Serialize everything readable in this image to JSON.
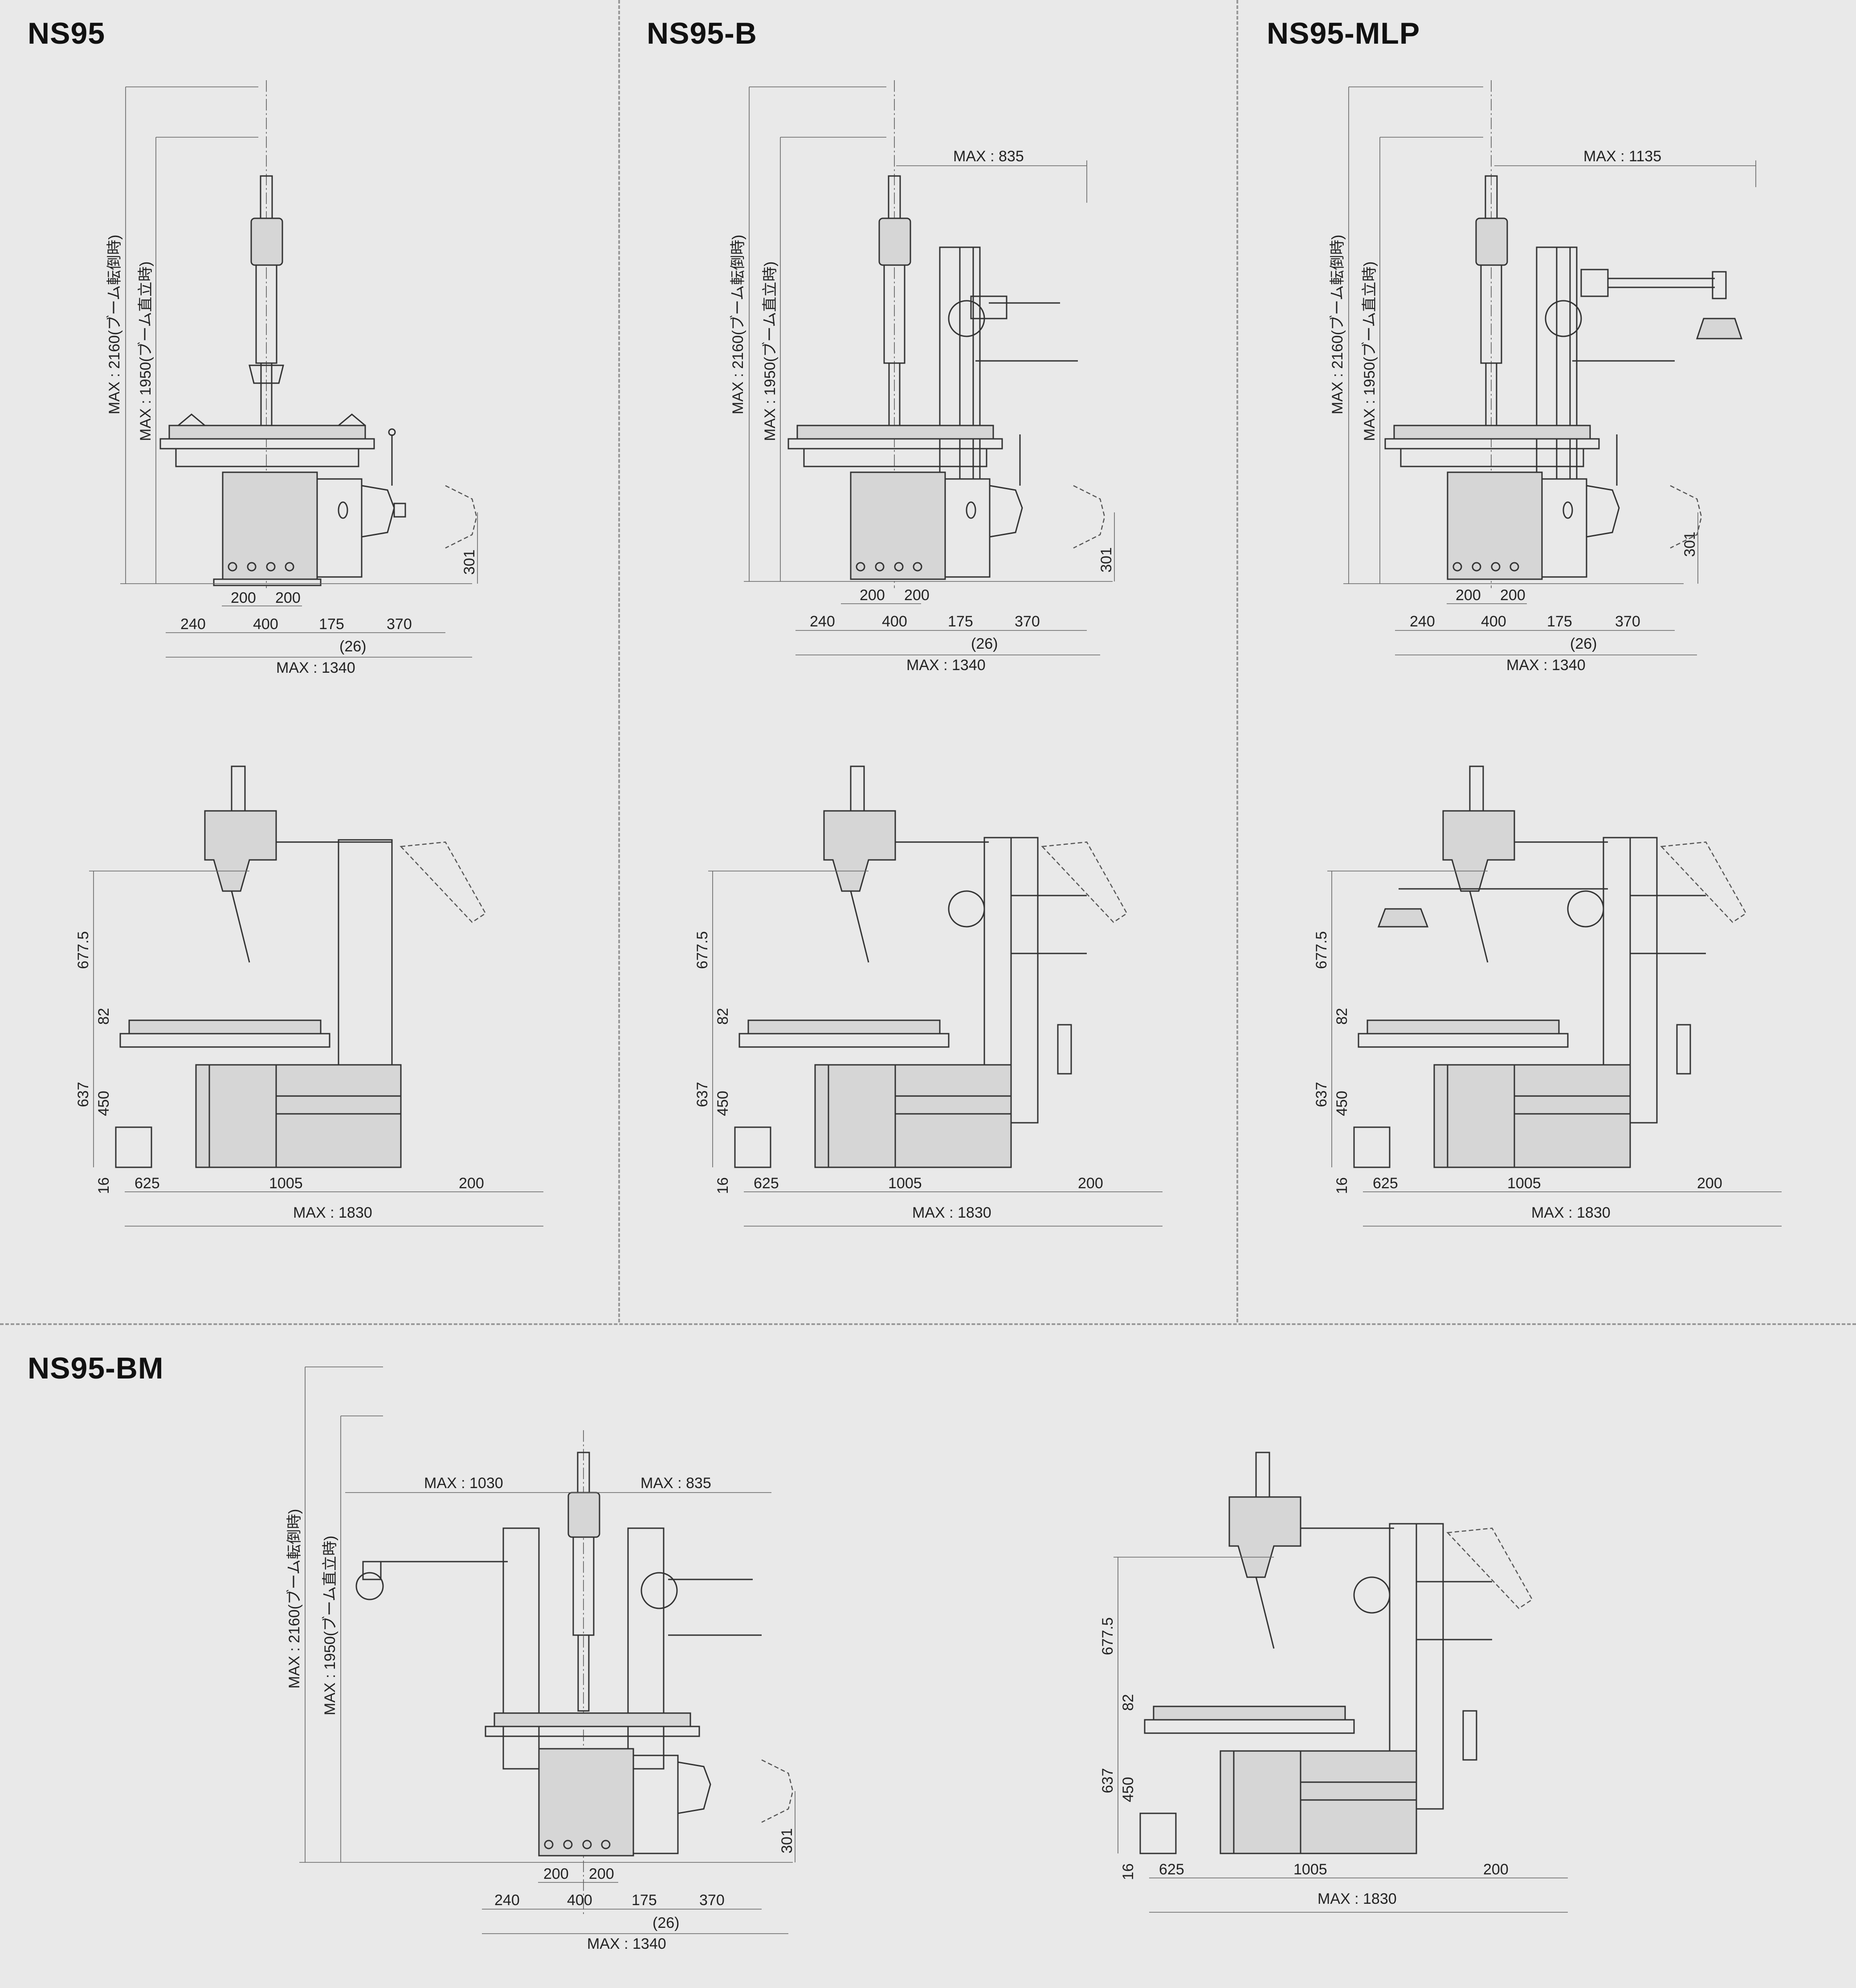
{
  "sections": [
    {
      "title": "NS95"
    },
    {
      "title": "NS95-B"
    },
    {
      "title": "NS95-MLP"
    },
    {
      "title": "NS95-BM"
    }
  ],
  "front": {
    "v_total": "MAX : 2160(ブーム転倒時)",
    "v_upright": "MAX : 1950(ブーム直立時)",
    "h300": "301",
    "b200a": "200",
    "b200b": "200",
    "b240": "240",
    "b400": "400",
    "b175": "175",
    "b370": "370",
    "b26": "(26)",
    "bmax": "MAX : 1340"
  },
  "side": {
    "v677": "677.5",
    "v82": "82",
    "v637": "637",
    "v450": "450",
    "v16": "16",
    "b625": "625",
    "b1005": "1005",
    "b200": "200",
    "bmax": "MAX : 1830"
  },
  "reach": {
    "b835": "MAX : 835",
    "mlp1135": "MAX : 1135",
    "bm1030": "MAX : 1030",
    "bm835": "MAX : 835"
  },
  "colors": {
    "background": "#e9e9e9",
    "line": "#333333"
  }
}
